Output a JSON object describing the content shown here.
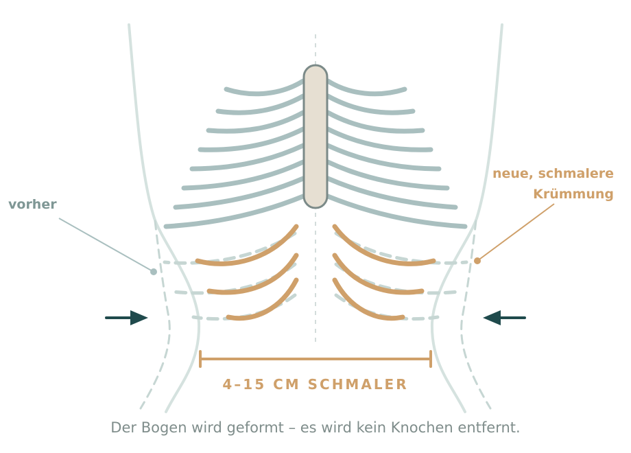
{
  "labels": {
    "before": "vorher",
    "new_curve_line1": "neue, schmalere",
    "new_curve_line2": "Krümmung",
    "measurement": "4–15 CM SCHMALER"
  },
  "caption": "Der Bogen wird geformt – es wird kein Knochen entfernt.",
  "colors": {
    "rib": "#a9bfbf",
    "rib_new": "#cfa06a",
    "outline": "#d5e2df",
    "dashed": "#c6d6d3",
    "sternum_fill": "#e6dfd2",
    "sternum_stroke": "#7b8a88",
    "arrow": "#1f4a4c",
    "before_label": "#7f9795",
    "accent_label": "#cfa06a",
    "caption": "#7f8d8b",
    "centerline": "#d3dcdb"
  },
  "icons": {
    "left_arrow": "arrow-right-icon",
    "right_arrow": "arrow-left-icon"
  }
}
